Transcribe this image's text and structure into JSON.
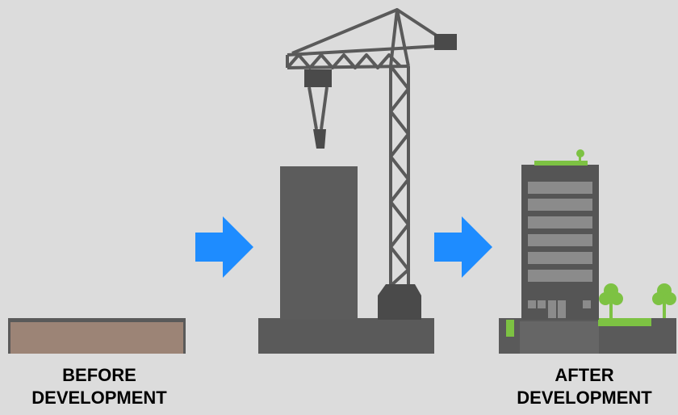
{
  "captions": {
    "before": {
      "line1": "BEFORE",
      "line2": "DEVELOPMENT"
    },
    "after": {
      "line1": "AFTER",
      "line2": "DEVELOPMENT"
    }
  },
  "colors": {
    "background": "#dcdcdc",
    "soil": "#9c8476",
    "ground_dark": "#5a5a5a",
    "building": "#5c5c5c",
    "window_band": "#8b8b8b",
    "crane": "#5a5a5a",
    "arrow": "#1e8cff",
    "greenery": "#7dc243"
  },
  "icons": {
    "stage1": "empty-lot-icon",
    "stage2": "construction-crane-icon",
    "stage3": "finished-building-icon",
    "arrows": "arrow-right-icon"
  }
}
